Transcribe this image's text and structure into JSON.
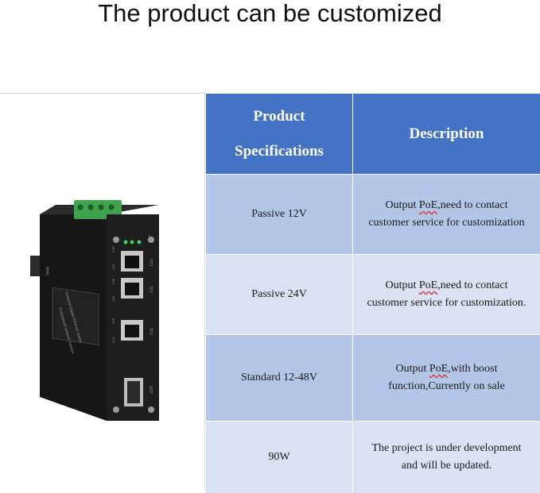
{
  "headline": "The product can be customized",
  "table": {
    "header": {
      "spec_line1": "Product",
      "spec_line2": "Specifications",
      "description": "Description"
    },
    "rows": [
      {
        "spec": "Passive 12V",
        "desc_pre": "Output ",
        "desc_mark": "PoE",
        "desc_mid": ",need to contact",
        "desc_line2": "customer service for customization"
      },
      {
        "spec": "Passive 24V",
        "desc_pre": "Output ",
        "desc_mark": "PoE",
        "desc_mid": ",need to contact",
        "desc_line2": "customer service for customization."
      },
      {
        "spec": "Standard 12-48V",
        "desc_pre": "Output ",
        "desc_mark": "PoE",
        "desc_mid": ",with boost",
        "desc_line2": "function,Currently on sale"
      },
      {
        "spec": "90W",
        "desc_line1": "The project is under development",
        "desc_line2": "and will be updated."
      }
    ]
  },
  "device": {
    "brand": "drink",
    "label_title": "Industrial Gigabit Ethernet Switch",
    "label_sub": "Professional Network Solution",
    "port_labels": [
      "TP3",
      "TP2",
      "TP1",
      "SFP"
    ],
    "led_labels": [
      "PoE",
      "LNK",
      "PoE",
      "LNK",
      "PoE",
      "LNK",
      "PWR"
    ],
    "colors": {
      "body": "#1a1a1a",
      "terminal": "#3fa34d",
      "led": "#39d353",
      "table_header": "#4472c4"
    }
  }
}
